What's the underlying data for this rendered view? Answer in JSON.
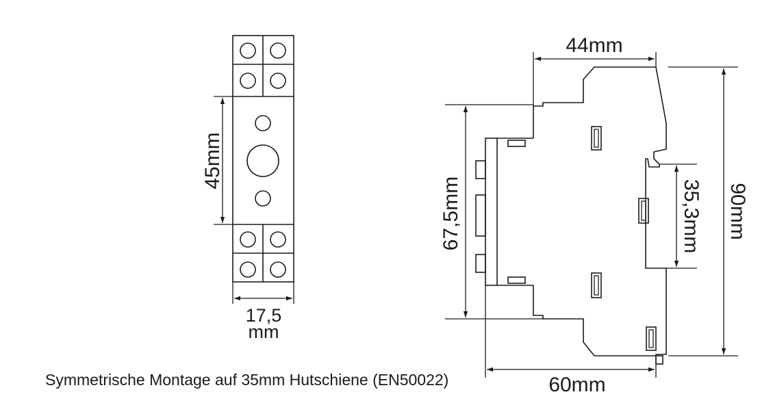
{
  "front_view": {
    "dim_height": "45mm",
    "dim_width_line1": "17,5",
    "dim_width_line2": "mm"
  },
  "side_view": {
    "dim_top_width": "44mm",
    "dim_inner_height": "67,5mm",
    "dim_rail": "35,3mm",
    "dim_total_height": "90mm",
    "dim_bottom_width": "60mm"
  },
  "caption": "Symmetrische Montage auf 35mm Hutschiene (EN50022)",
  "colors": {
    "line": "#1a1a1a",
    "background": "#ffffff"
  }
}
